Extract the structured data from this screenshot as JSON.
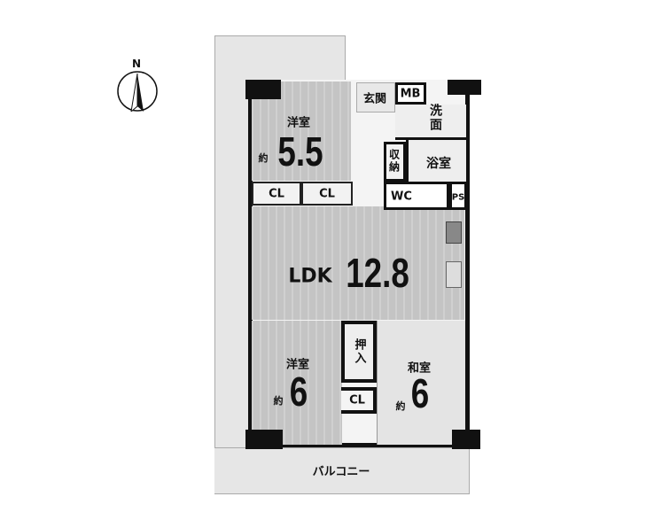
{
  "compass": {
    "label": "N"
  },
  "rooms": {
    "western1": {
      "name": "洋室",
      "prefix": "約",
      "size": "5.5"
    },
    "cl1": "CL",
    "cl2": "CL",
    "entrance": "玄関",
    "mb": "MB",
    "washroom": "洗面",
    "storage": "収納",
    "bath": "浴室",
    "wc": "WC",
    "ps": "PS",
    "ldk": {
      "name": "LDK",
      "size": "12.8"
    },
    "western2": {
      "name": "洋室",
      "prefix": "約",
      "size": "6"
    },
    "closet": "押入",
    "cl3": "CL",
    "japanese": {
      "name": "和室",
      "prefix": "約",
      "size": "6"
    },
    "balcony": "バルコニー"
  }
}
